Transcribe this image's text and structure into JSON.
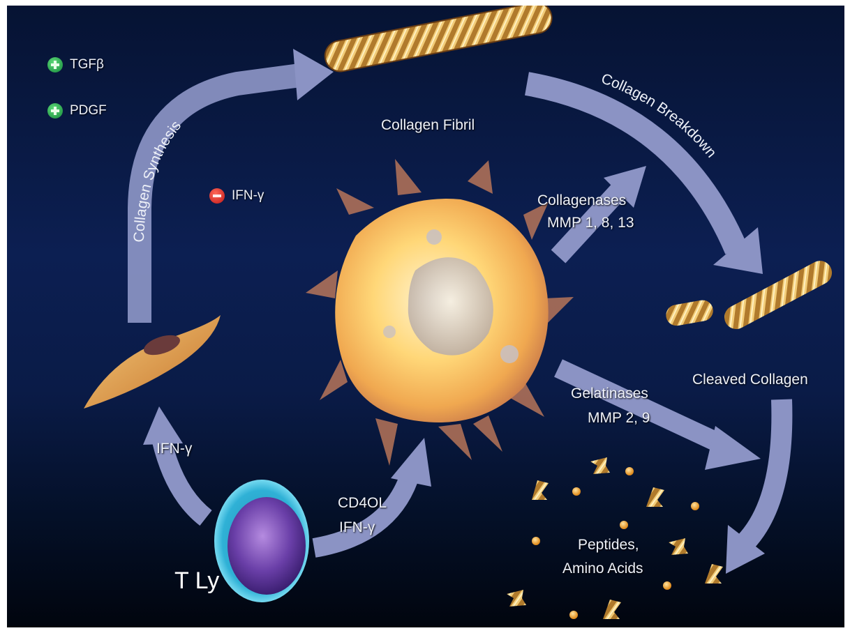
{
  "factors": {
    "stimulators": [
      "TGFβ",
      "PDGF"
    ],
    "inhibitor": "IFN-γ"
  },
  "labels": {
    "collagen_fibril": "Collagen Fibril",
    "collagen_synthesis": "Collagen Synthesis",
    "collagen_breakdown": "Collagen Breakdown",
    "collagenases_line1": "Collagenases",
    "collagenases_line2": "MMP 1, 8, 13",
    "gelatinases_line1": "Gelatinases",
    "gelatinases_line2": "MMP 2, 9",
    "cleaved_collagen": "Cleaved Collagen",
    "ifn_gamma_to_fibroblast": "IFN-γ",
    "cd40l": "CD4OL",
    "ifn_gamma_to_macrophage": "IFN-γ",
    "peptides_line1": "Peptides,",
    "peptides_line2": "Amino Acids",
    "t_cell": "T Ly"
  },
  "colors": {
    "background_top": "#061333",
    "background_bottom": "#01050e",
    "arrow": "#8b93c4",
    "stimulator_sign": "#1fae4a",
    "inhibitor_sign": "#e02a20",
    "collagen": "#c9973e",
    "macrophage": "#f5c060"
  }
}
